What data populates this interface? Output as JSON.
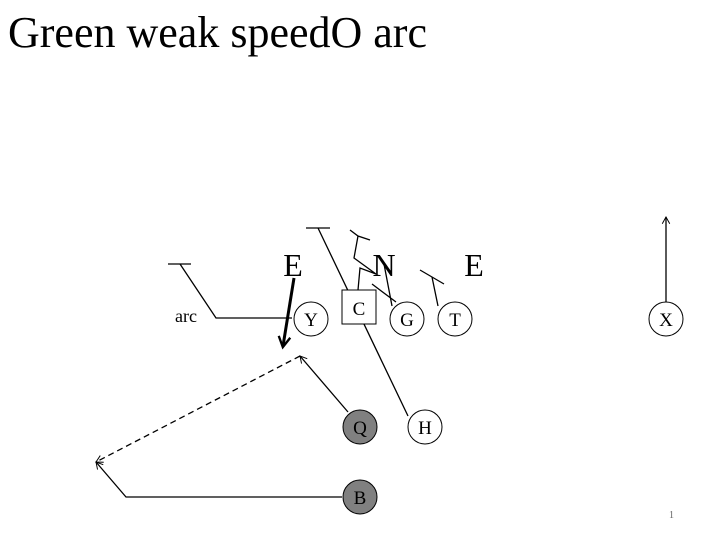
{
  "slide": {
    "title": "Green weak speedO arc",
    "page_number": "1"
  },
  "defense": {
    "defender_left_end": "E",
    "defender_nose": "N",
    "defender_right_end": "E"
  },
  "offense": {
    "player_y": "Y",
    "player_c": "C",
    "player_g": "G",
    "player_t": "T",
    "player_x": "X",
    "player_q": "Q",
    "player_h": "H",
    "player_b": "B"
  },
  "annotations": {
    "arc_label": "arc"
  },
  "colors": {
    "ink": "#000000",
    "backfield_fill": "#808080",
    "line_fill": "#ffffff"
  }
}
